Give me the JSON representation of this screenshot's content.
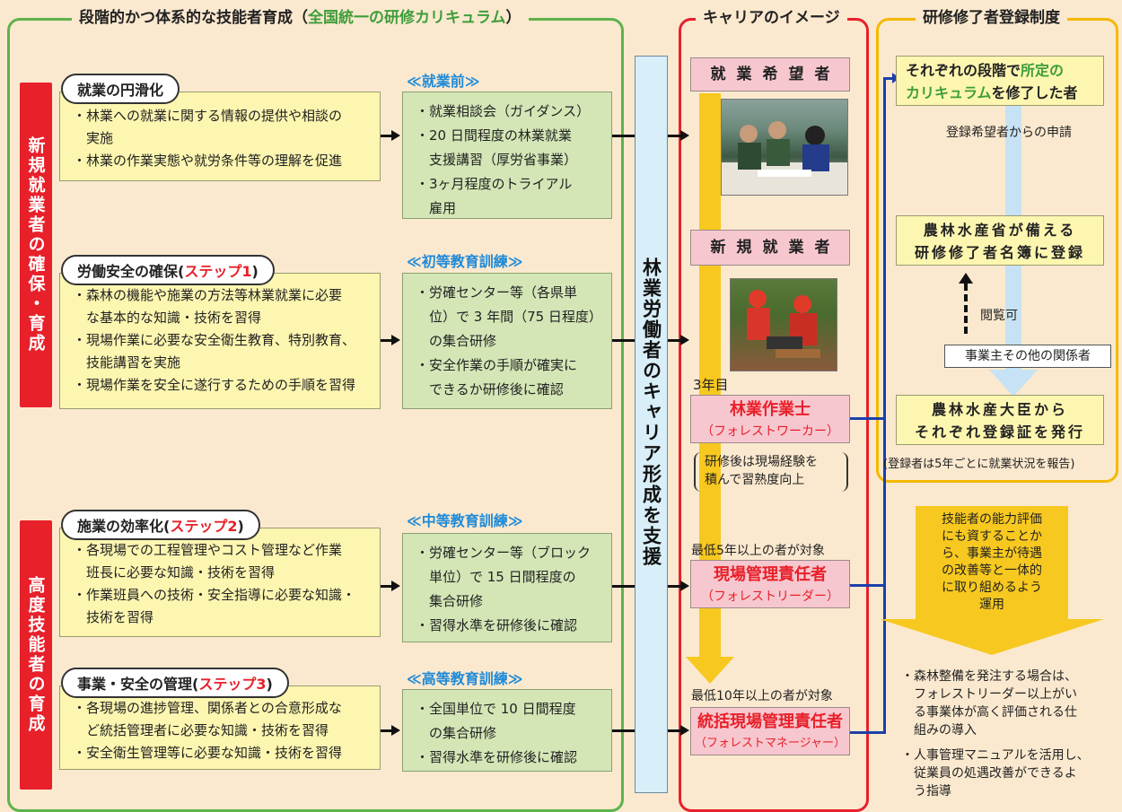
{
  "colors": {
    "background": "#fbe9cf",
    "green_frame": "#5fb24a",
    "red_frame": "#e8202a",
    "yellow_frame": "#f5b800",
    "blue_line": "#1d3fa8"
  },
  "left_title": {
    "main": "段階的かつ体系的な技能者育成（",
    "highlight": "全国統一の研修カリキュラム",
    "end": "）"
  },
  "career_title": "キャリアのイメージ",
  "registry_title": "研修修了者登録制度",
  "side_labels": {
    "new": "新規就業者の確保・育成",
    "advanced": "高度技能者の育成"
  },
  "support_label": "林業労働者のキャリア形成を支援",
  "sections": [
    {
      "pill": "就業の円滑化",
      "pill_step": "",
      "items": [
        "・林業への就業に関する情報の提供や相談の",
        "　実施",
        "・林業の作業実態や就労条件等の理解を促進"
      ],
      "training_title": "≪就業前≫",
      "training": [
        "・就業相談会（ガイダンス）",
        "・20 日間程度の林業就業",
        "　支援講習（厚労省事業）",
        "・3ヶ月程度のトライアル",
        "　雇用"
      ]
    },
    {
      "pill": "労働安全の確保(",
      "pill_step": "ステップ1",
      "items": [
        "・森林の機能や施業の方法等林業就業に必要",
        "　な基本的な知識・技術を習得",
        "・現場作業に必要な安全衛生教育、特別教育、",
        "　技能講習を実施",
        "・現場作業を安全に遂行するための手順を習得"
      ],
      "training_title": "≪初等教育訓練≫",
      "training": [
        "・労確センター等（各県単",
        "　位）で 3 年間（75 日程度）",
        "　の集合研修",
        "・安全作業の手順が確実に",
        "　できるか研修後に確認"
      ]
    },
    {
      "pill": "施業の効率化(",
      "pill_step": "ステップ2",
      "items": [
        "・各現場での工程管理やコスト管理など作業",
        "　班長に必要な知識・技術を習得",
        "・作業班員への技術・安全指導に必要な知識・",
        "　技術を習得"
      ],
      "training_title": "≪中等教育訓練≫",
      "training": [
        "・労確センター等（ブロック",
        "　単位）で 15 日間程度の",
        "　集合研修",
        "・習得水準を研修後に確認"
      ]
    },
    {
      "pill": "事業・安全の管理(",
      "pill_step": "ステップ3",
      "items": [
        "・各現場の進捗管理、関係者との合意形成な",
        "　ど統括管理者に必要な知識・技術を習得",
        "・安全衛生管理等に必要な知識・技術を習得"
      ],
      "training_title": "≪高等教育訓練≫",
      "training": [
        "・全国単位で 10 日間程度",
        "　の集合研修",
        "・習得水準を研修後に確認"
      ]
    }
  ],
  "pill_close": ")",
  "career": {
    "applicant": "就業希望者",
    "new_worker": "新規就業者",
    "year3": "3年目",
    "worker_title": "林業作業士",
    "worker_sub": "（フォレストワーカー）",
    "note": [
      "研修後は現場経験を",
      "積んで習熟度向上"
    ],
    "year5": "最低5年以上の者が対象",
    "leader_title": "現場管理責任者",
    "leader_sub": "（フォレストリーダー）",
    "year10": "最低10年以上の者が対象",
    "manager_title": "統括現場管理責任者",
    "manager_sub": "（フォレストマネージャー）"
  },
  "registry": {
    "box1_a": "それぞれの段階で",
    "box1_b": "所定の",
    "box1_c": "カリキュラム",
    "box1_d": "を修了した者",
    "apply": "登録希望者からの申請",
    "box2": [
      "農林水産省が備える",
      "研修修了者名簿に登録"
    ],
    "browse": "閲覧可",
    "stakeholders": "事業主その他の関係者",
    "box3": [
      "農林水産大臣から",
      "それぞれ登録証を発行"
    ],
    "report": "(登録者は5年ごとに就業状況を報告)",
    "eval_arrow": [
      "技能者の能力評価",
      "にも資することか",
      "ら、事業主が待遇",
      "の改善等と一体的",
      "に取り組めるよう",
      "運用"
    ],
    "notes": [
      [
        "・森林整備を発注する場合は、",
        "　フォレストリーダー以上がい",
        "　る事業体が高く評価される仕",
        "　組みの導入"
      ],
      [
        "・人事管理マニュアルを活用し、",
        "　従業員の処遇改善ができるよ",
        "　う指導"
      ]
    ]
  },
  "icons": {
    "photo1": "photo-consultation",
    "photo2": "photo-chainsaw-training"
  }
}
